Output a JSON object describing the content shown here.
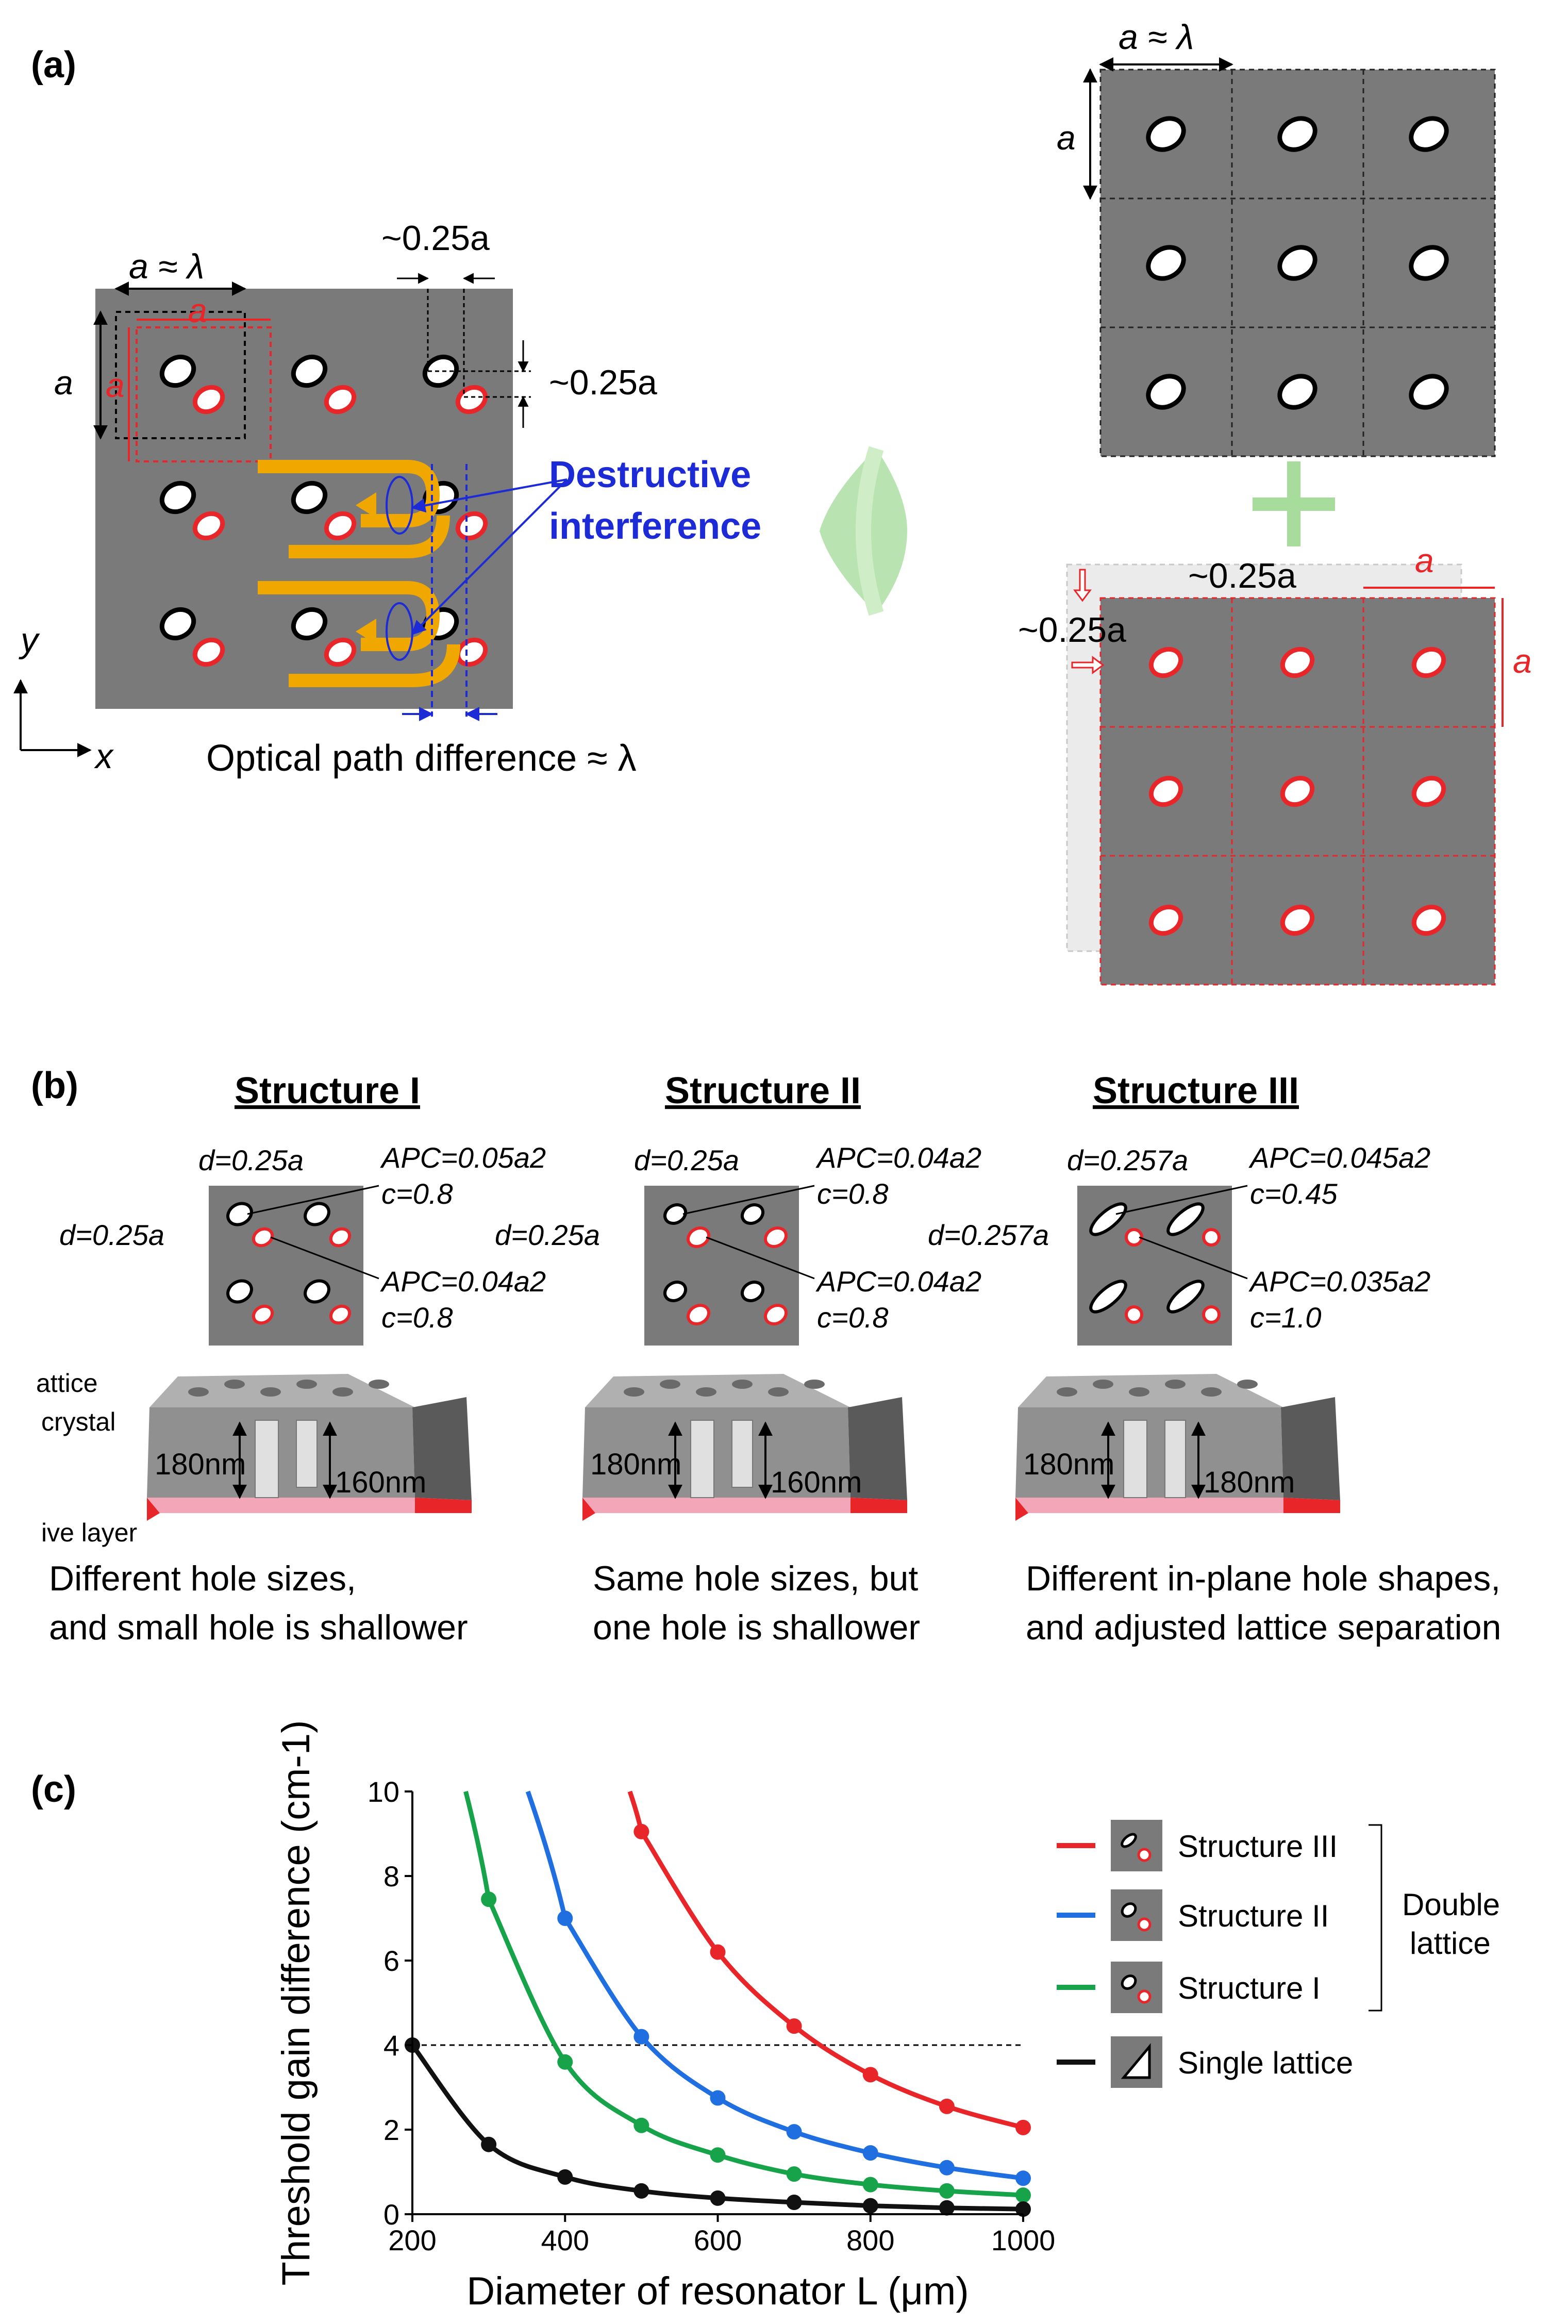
{
  "panel_a": {
    "label": "(a)",
    "a_approx_lambda": "a ≈ λ",
    "a": "a",
    "quarter_a": "~0.25a",
    "destructive": "Destructive",
    "interference": "interference",
    "axis_y": "y",
    "axis_x": "x",
    "optical_path": "Optical path difference ≈ λ"
  },
  "panel_b": {
    "label": "(b)",
    "structures": [
      {
        "title": "Structure I",
        "d_top": "d=0.25a",
        "d_left": "d=0.25a",
        "hole1_area": "APC=0.05a2",
        "hole1_c": "c=0.8",
        "hole2_area": "APC=0.04a2",
        "hole2_c": "c=0.8",
        "depth_left": "180nm",
        "depth_right": "160nm",
        "caption_line1": "Different hole sizes,",
        "caption_line2": "and small hole is shallower"
      },
      {
        "title": "Structure II",
        "d_top": "d=0.25a",
        "d_left": "d=0.25a",
        "hole1_area": "APC=0.04a2",
        "hole1_c": "c=0.8",
        "hole2_area": "APC=0.04a2",
        "hole2_c": "c=0.8",
        "depth_left": "180nm",
        "depth_right": "160nm",
        "caption_line1": "Same hole sizes, but",
        "caption_line2": "one hole is shallower"
      },
      {
        "title": "Structure III",
        "d_top": "d=0.257a",
        "d_left": "d=0.257a",
        "hole1_area": "APC=0.045a2",
        "hole1_c": "c=0.45",
        "hole2_area": "APC=0.035a2",
        "hole2_c": "c=1.0",
        "depth_left": "180nm",
        "depth_right": "180nm",
        "caption_line1": "Different in-plane hole shapes,",
        "caption_line2": "and adjusted lattice separation"
      }
    ],
    "side_label_1": "attice",
    "side_label_2": "crystal",
    "side_label_3": "ive layer"
  },
  "panel_c": {
    "label": "(c)",
    "bracket_label_1": "Double",
    "bracket_label_2": "lattice"
  },
  "chart_data": {
    "type": "line",
    "xlabel": "Diameter of resonator L (μm)",
    "ylabel": "Threshold gain difference (cm-1)",
    "xlim": [
      200,
      1000
    ],
    "ylim": [
      0,
      10
    ],
    "xticks": [
      "200",
      "400",
      "600",
      "800",
      "1000"
    ],
    "yticks": [
      "0",
      "2",
      "4",
      "6",
      "8",
      "10"
    ],
    "reference_line_y": 4,
    "legend_position": "right",
    "series": [
      {
        "name": "Structure III",
        "color": "#e8262a",
        "x": [
          500,
          600,
          700,
          800,
          900,
          1000
        ],
        "y": [
          9.05,
          6.2,
          4.45,
          3.3,
          2.55,
          2.05
        ]
      },
      {
        "name": "Structure II",
        "color": "#1f6fe0",
        "x": [
          400,
          500,
          600,
          700,
          800,
          900,
          1000
        ],
        "y": [
          7.0,
          4.2,
          2.75,
          1.95,
          1.45,
          1.1,
          0.85
        ]
      },
      {
        "name": "Structure I",
        "color": "#16a34a",
        "x": [
          300,
          400,
          500,
          600,
          700,
          800,
          900,
          1000
        ],
        "y": [
          7.45,
          3.6,
          2.1,
          1.4,
          0.95,
          0.7,
          0.55,
          0.45
        ]
      },
      {
        "name": "Single lattice",
        "color": "#111111",
        "x": [
          200,
          300,
          400,
          500,
          600,
          700,
          800,
          900,
          1000
        ],
        "y": [
          4.0,
          1.65,
          0.88,
          0.55,
          0.38,
          0.28,
          0.2,
          0.15,
          0.12
        ]
      }
    ]
  }
}
